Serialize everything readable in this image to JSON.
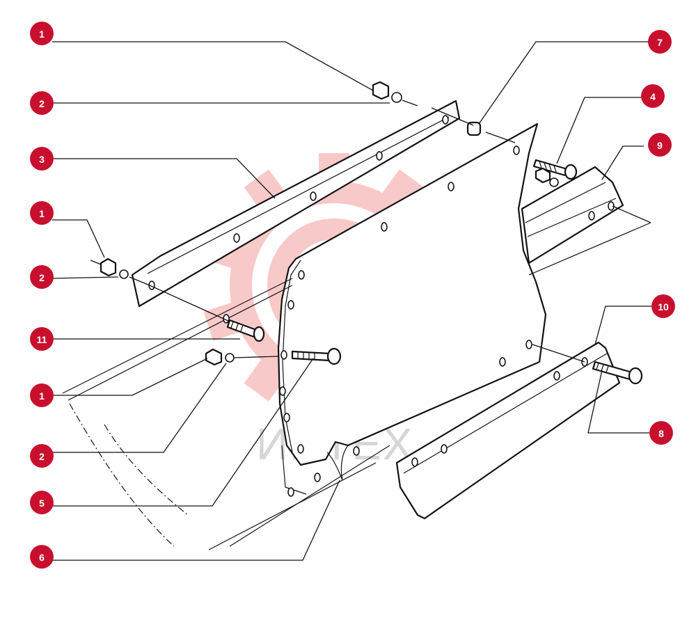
{
  "colors": {
    "accent": "#c8102e",
    "watermark": "#f08a8a",
    "line": "#111111"
  },
  "watermark": {
    "text": "ИНТЕХ",
    "icon": "gear-logo-icon"
  },
  "callouts": [
    {
      "label": "1"
    },
    {
      "label": "2"
    },
    {
      "label": "3"
    },
    {
      "label": "1"
    },
    {
      "label": "2"
    },
    {
      "label": "11"
    },
    {
      "label": "1"
    },
    {
      "label": "2"
    },
    {
      "label": "5"
    },
    {
      "label": "6"
    },
    {
      "label": "7"
    },
    {
      "label": "4"
    },
    {
      "label": "9"
    },
    {
      "label": "10"
    },
    {
      "label": "8"
    }
  ]
}
